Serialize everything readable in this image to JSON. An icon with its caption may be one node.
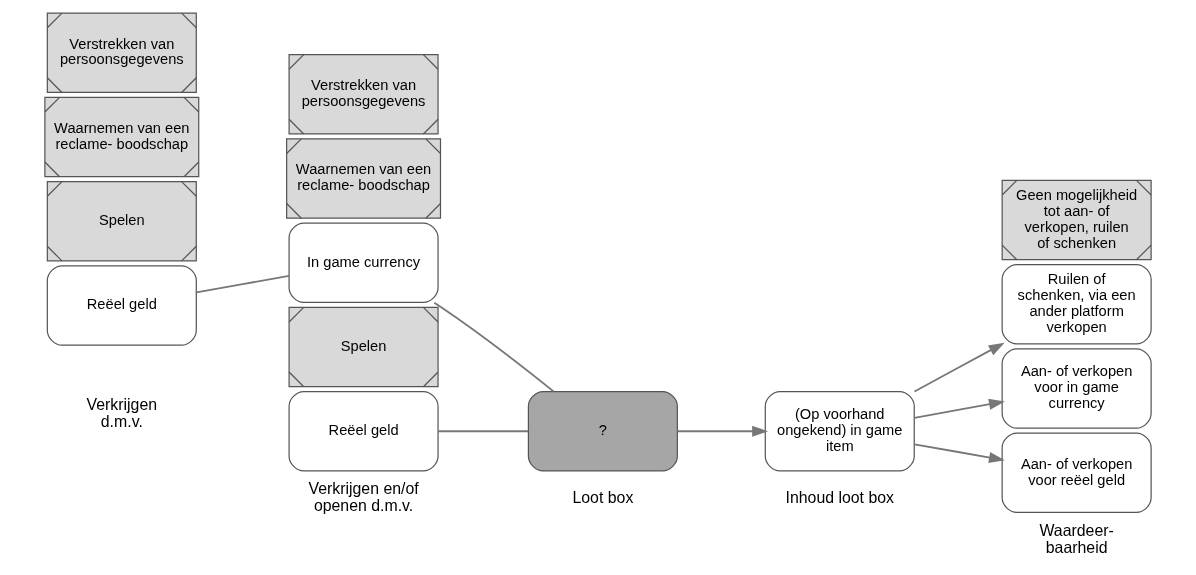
{
  "diagram": {
    "nodes": [
      {
        "text": [
          "Reëel geld"
        ]
      },
      {
        "text": [
          "Spelen"
        ]
      },
      {
        "text": [
          "Waarnemen van een reclame- boodschap"
        ]
      },
      {
        "text": [
          "Verstrekken van persoonsgegevens"
        ]
      },
      {
        "text": [
          "Reëel geld"
        ]
      },
      {
        "text": [
          "Spelen"
        ]
      },
      {
        "text": [
          "In game currency"
        ]
      },
      {
        "text": [
          "Waarnemen van een reclame- boodschap"
        ]
      },
      {
        "text": [
          "Verstrekken van persoonsgegevens"
        ]
      },
      {
        "text": [
          "?"
        ]
      },
      {
        "text": [
          "(Op voorhand ongekend) in game item"
        ]
      },
      {
        "text": [
          "Aan- of verkopen voor reëel geld"
        ]
      },
      {
        "text": [
          "Aan- of verkopen voor in game currency"
        ]
      },
      {
        "text": [
          "Ruilen of schenken, via een ander platform verkopen"
        ]
      },
      {
        "text": [
          "Geen mogelijkheid tot aan- of verkopen, ruilen of schenken"
        ]
      }
    ],
    "edges": [
      {
        "from": 0,
        "to": 6,
        "arrow": "none"
      },
      {
        "from": 4,
        "to": 9,
        "arrow": "none"
      },
      {
        "from": 6,
        "to": 9,
        "arrow": "none"
      },
      {
        "from": 9,
        "to": 10,
        "arrow": "to"
      },
      {
        "from": 10,
        "to": 11,
        "arrow": "to"
      },
      {
        "from": 10,
        "to": 12,
        "arrow": "to"
      },
      {
        "from": 10,
        "to": 13,
        "arrow": "to"
      }
    ],
    "labels": [
      "Verkrijgen d.m.v.",
      "Verkrijgen en/of openen d.m.v.",
      "Loot box",
      "Inhoud loot box",
      "Waardeer- baarheid"
    ]
  }
}
